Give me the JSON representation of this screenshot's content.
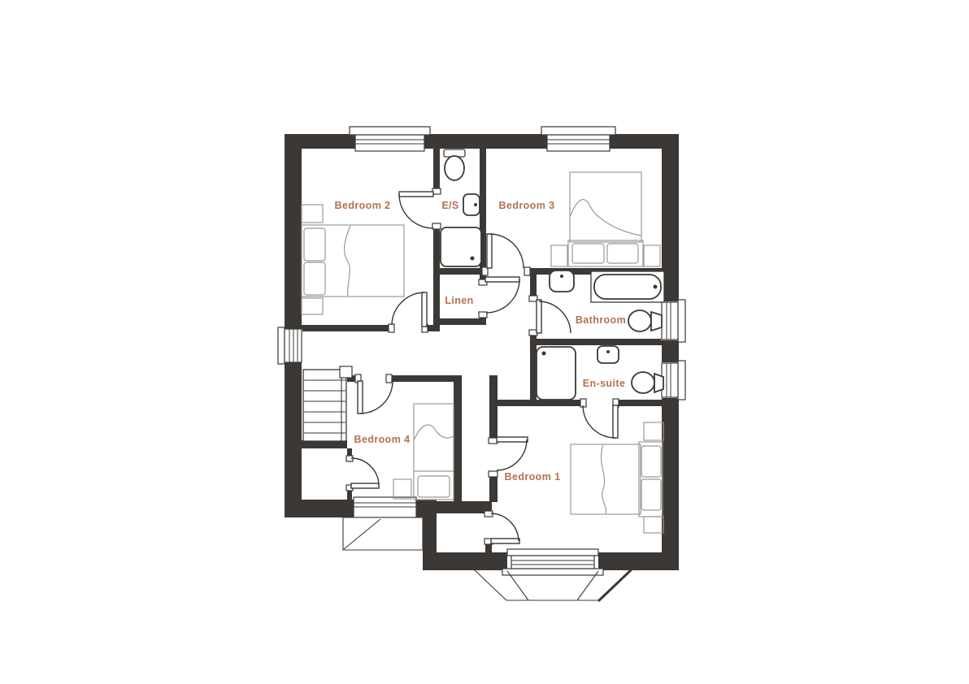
{
  "colors": {
    "wall": "#3b3836",
    "label": "#b5714d",
    "furniture": "#999995",
    "fixture": "#3b3836",
    "bg": "#ffffff"
  },
  "rooms": {
    "bedroom1": {
      "label": "Bedroom 1"
    },
    "bedroom2": {
      "label": "Bedroom 2"
    },
    "bedroom3": {
      "label": "Bedroom 3"
    },
    "bedroom4": {
      "label": "Bedroom 4"
    },
    "es": {
      "label": "E/S"
    },
    "linen": {
      "label": "Linen"
    },
    "bathroom": {
      "label": "Bathroom"
    },
    "ensuite": {
      "label": "En-suite"
    }
  }
}
